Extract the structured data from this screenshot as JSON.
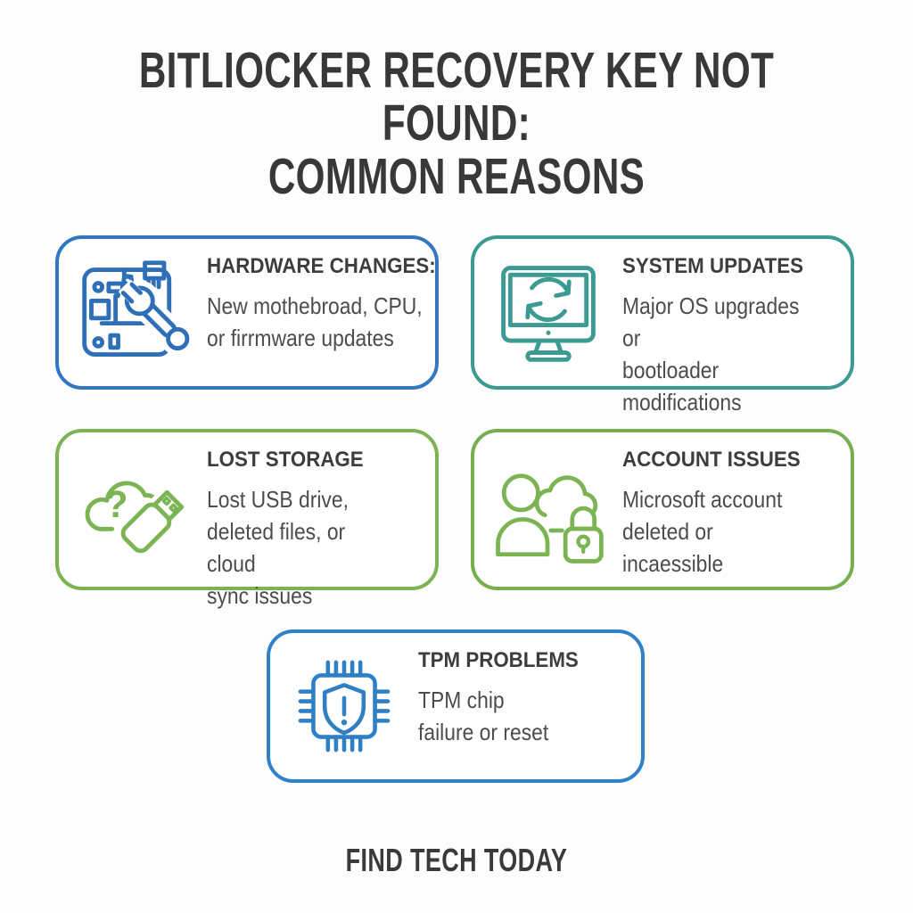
{
  "title": {
    "line1": "BITLIOCKER RECOVERY KEY NOT FOUND:",
    "line2": "COMMON REASONS"
  },
  "cards": [
    {
      "id": "hardware-changes",
      "heading": "HARDWARE CHANGES:",
      "body": "New mothebroad, CPU,\nor firrmware updates",
      "icon": "motherboard-wrench-icon",
      "accent": "#3277c2"
    },
    {
      "id": "system-updates",
      "heading": "SYSTEM UPDATES",
      "body": "Major OS upgrades or\nbootloader\nmodifications",
      "icon": "monitor-sync-icon",
      "accent": "#3b9a92"
    },
    {
      "id": "lost-storage",
      "heading": "LOST STORAGE",
      "body": "Lost USB drive,\ndeleted files, or cloud\nsync issues",
      "icon": "cloud-question-usb-icon",
      "accent": "#7cb454"
    },
    {
      "id": "account-issues",
      "heading": "ACCOUNT ISSUES",
      "body": "Microsoft account\ndeleted or incaessible",
      "icon": "user-cloud-lock-icon",
      "accent": "#76af4e"
    },
    {
      "id": "tpm-problems",
      "heading": "TPM PROBLEMS",
      "body": "TPM chip\nfailure or reset",
      "icon": "chip-shield-alert-icon",
      "accent": "#2f82c8"
    }
  ],
  "footer": {
    "brand": "FIND TECH TODAY"
  },
  "colors": {
    "title_text": "#383838",
    "heading_text": "#3d3d3d",
    "body_text": "#4c4c4c",
    "blue": "#3277c2",
    "teal": "#3b9a92",
    "green": "#7cb454",
    "blue_alt": "#2f82c8",
    "background": "#fdfdfd"
  }
}
